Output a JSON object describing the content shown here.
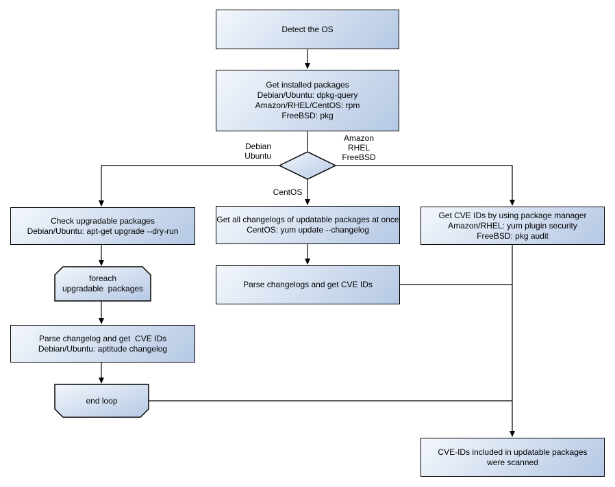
{
  "colors": {
    "node_fill_light": "#f3f7fc",
    "node_fill_dark": "#b5c8e4",
    "node_border": "#000000",
    "text_color": "#000000",
    "bg": "#ffffff"
  },
  "nodes": {
    "detect_os": {
      "label": "Detect the OS"
    },
    "get_installed_packages": {
      "label": "Get installed packages\nDebian/Ubuntu: dpkg-query\nAmazon/RHEL/CentOS: rpm\nFreeBSD: pkg"
    },
    "check_upgradable": {
      "label": "Check upgradable packages\nDebian/Ubuntu: apt-get upgrade --dry-run"
    },
    "foreach_loop_start": {
      "label": "foreach\nupgradable  packages"
    },
    "parse_changelog_debian": {
      "label": "Parse changelog and get  CVE IDs\nDebian/Ubuntu: aptitude changelog"
    },
    "end_loop": {
      "label": "end loop"
    },
    "get_all_changelogs": {
      "label": "Get all changelogs of updatable packages at once\nCentOS: yum update --changelog"
    },
    "parse_changelogs_centos": {
      "label": "Parse changelogs and get CVE IDs"
    },
    "get_cve_ids_pkg_manager": {
      "label": "Get CVE IDs by using package manager\nAmazon/RHEL: yum plugin security\nFreeBSD: pkg audit"
    },
    "result": {
      "label": "CVE-IDs included in updatable packages\nwere scanned"
    }
  },
  "edge_labels": {
    "debian_ubuntu": "Debian\nUbuntu",
    "amazon_rhel_freebsd": "Amazon\nRHEL\nFreeBSD",
    "centos": "CentOS"
  }
}
